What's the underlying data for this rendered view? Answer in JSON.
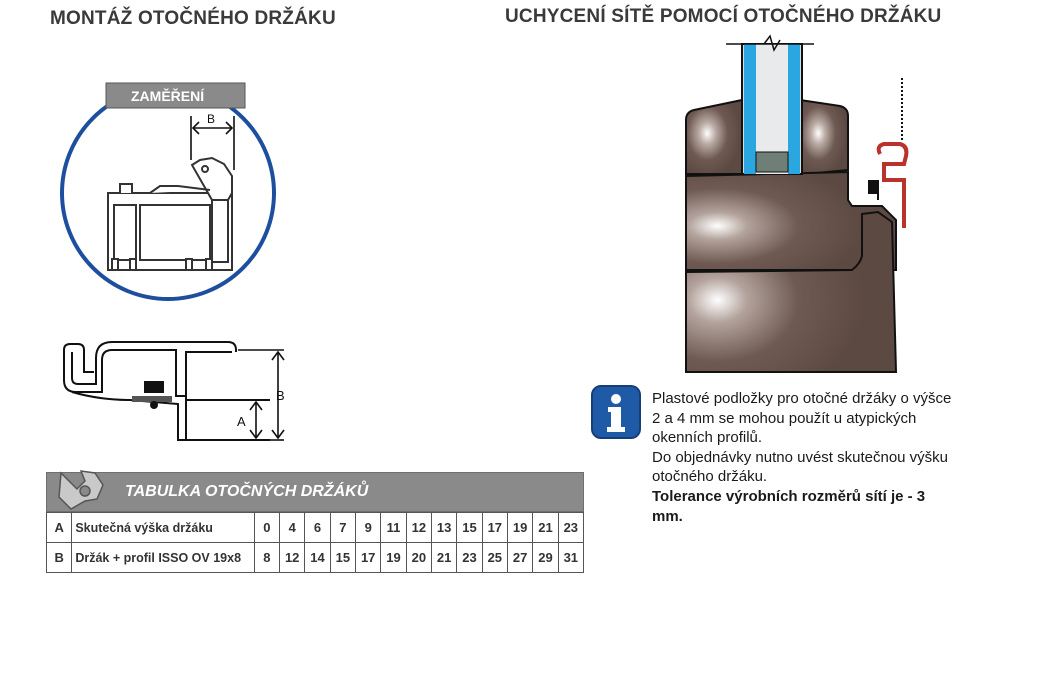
{
  "left_title": "MONTÁŽ OTOČNÉHO DRŽÁKU",
  "right_title": "UCHYCENÍ SÍTĚ POMOCÍ OTOČNÉHO DRŽÁKU",
  "detail_circle": {
    "banner_label": "ZAMĚŘENÍ",
    "dimension_label": "B"
  },
  "holder_diagram": {
    "label_a": "A",
    "label_b": "B"
  },
  "table": {
    "title": "TABULKA OTOČNÝCH DRŽÁKŮ",
    "rows": [
      {
        "key": "A",
        "label": "Skutečná výška držáku",
        "values": [
          "0",
          "4",
          "6",
          "7",
          "9",
          "11",
          "12",
          "13",
          "15",
          "17",
          "19",
          "21",
          "23"
        ]
      },
      {
        "key": "B",
        "label": "Držák + profil ISSO OV 19x8",
        "values": [
          "8",
          "12",
          "14",
          "15",
          "17",
          "19",
          "20",
          "21",
          "23",
          "25",
          "27",
          "29",
          "31"
        ]
      }
    ]
  },
  "info": {
    "icon": "info-icon",
    "paragraph_1": "Plastové podložky pro otočné držáky o výšce 2 a 4 mm se mohou použít u atypických okenních profilů.",
    "paragraph_2": "Do objednávky nutno uvést skutečnou výšku otočného držáku.",
    "paragraph_3": "Tolerance výrobních rozměrů sítí je - 3 mm."
  },
  "colors": {
    "circle_blue": "#1d4f9e",
    "frame_brown": "#6e5a52",
    "glass_blue": "#2aa7e0",
    "holder_red": "#b9322c",
    "header_gray": "#8a8a8a",
    "info_blue": "#1f5aa6"
  }
}
